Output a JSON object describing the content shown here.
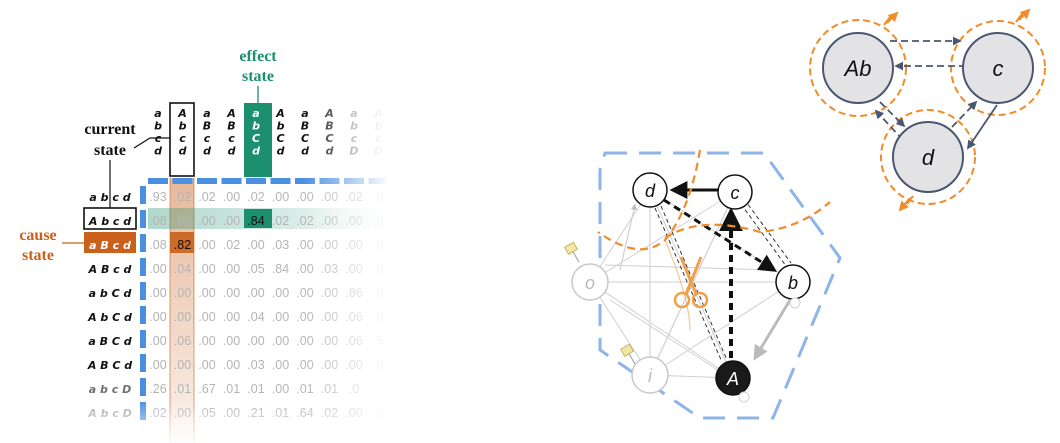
{
  "labels": {
    "effect_line1": "effect",
    "effect_line2": "state",
    "current_line1": "current",
    "current_line2": "state",
    "cause_line1": "cause",
    "cause_line2": "state"
  },
  "matrix": {
    "column_headers": [
      [
        "a",
        "b",
        "c",
        "d"
      ],
      [
        "A",
        "b",
        "c",
        "d"
      ],
      [
        "a",
        "B",
        "c",
        "d"
      ],
      [
        "A",
        "B",
        "c",
        "d"
      ],
      [
        "a",
        "b",
        "C",
        "d"
      ],
      [
        "A",
        "b",
        "C",
        "d"
      ],
      [
        "a",
        "B",
        "C",
        "d"
      ],
      [
        "A",
        "B",
        "C",
        "d"
      ],
      [
        "a",
        "b",
        "c",
        "D"
      ],
      [
        "A",
        "b",
        "c",
        "D"
      ]
    ],
    "row_labels": [
      "a b c d",
      "A b c d",
      "a B c d",
      "A B c d",
      "a b C d",
      "A b C d",
      "a B C d",
      "A B C d",
      "a b c D",
      "A b c D"
    ],
    "rows": [
      [
        ".93",
        ".02",
        ".02",
        ".00",
        ".02",
        ".00",
        ".00",
        ".00",
        ".02",
        ".0"
      ],
      [
        ".08",
        ".00",
        ".00",
        ".00",
        ".84",
        ".02",
        ".02",
        ".00",
        ".00",
        ".0"
      ],
      [
        ".08",
        ".82",
        ".00",
        ".02",
        ".00",
        ".03",
        ".00",
        ".00",
        ".00",
        ".0"
      ],
      [
        ".00",
        ".04",
        ".00",
        ".00",
        ".05",
        ".84",
        ".00",
        ".03",
        ".00",
        ".0"
      ],
      [
        ".00",
        ".00",
        ".00",
        ".00",
        ".00",
        ".00",
        ".00",
        ".00",
        ".86",
        ".0"
      ],
      [
        ".00",
        ".00",
        ".00",
        ".00",
        ".04",
        ".00",
        ".00",
        ".00",
        ".06",
        ".0"
      ],
      [
        ".00",
        ".06",
        ".00",
        ".00",
        ".00",
        ".00",
        ".00",
        ".00",
        ".06",
        ".5"
      ],
      [
        ".00",
        ".00",
        ".00",
        ".00",
        ".03",
        ".00",
        ".00",
        ".00",
        ".00",
        ".0"
      ],
      [
        ".26",
        ".01",
        ".67",
        ".01",
        ".01",
        ".00",
        ".01",
        ".01",
        ".0",
        ""
      ],
      [
        ".02",
        ".00",
        ".05",
        ".00",
        ".21",
        ".01",
        ".64",
        ".02",
        ".00",
        ".0"
      ]
    ],
    "highlight_effect_col": 4,
    "highlight_cause_col": 1,
    "highlight_current_row": 1,
    "highlight_cause_row": 2
  },
  "network": {
    "nodes": [
      "d",
      "c",
      "b",
      "A",
      "i",
      "o"
    ]
  },
  "macro": {
    "nodes": [
      "Ab",
      "c",
      "d"
    ]
  },
  "colors": {
    "effect_green": "#1b8f6e",
    "cause_orange": "#c9601c",
    "blue_bar": "#4a8fe0",
    "dashed_blue": "#8fb4e8",
    "orange_dash": "#f08c2a",
    "node_fill": "#e3e3e6",
    "node_stroke": "#4b5670"
  }
}
